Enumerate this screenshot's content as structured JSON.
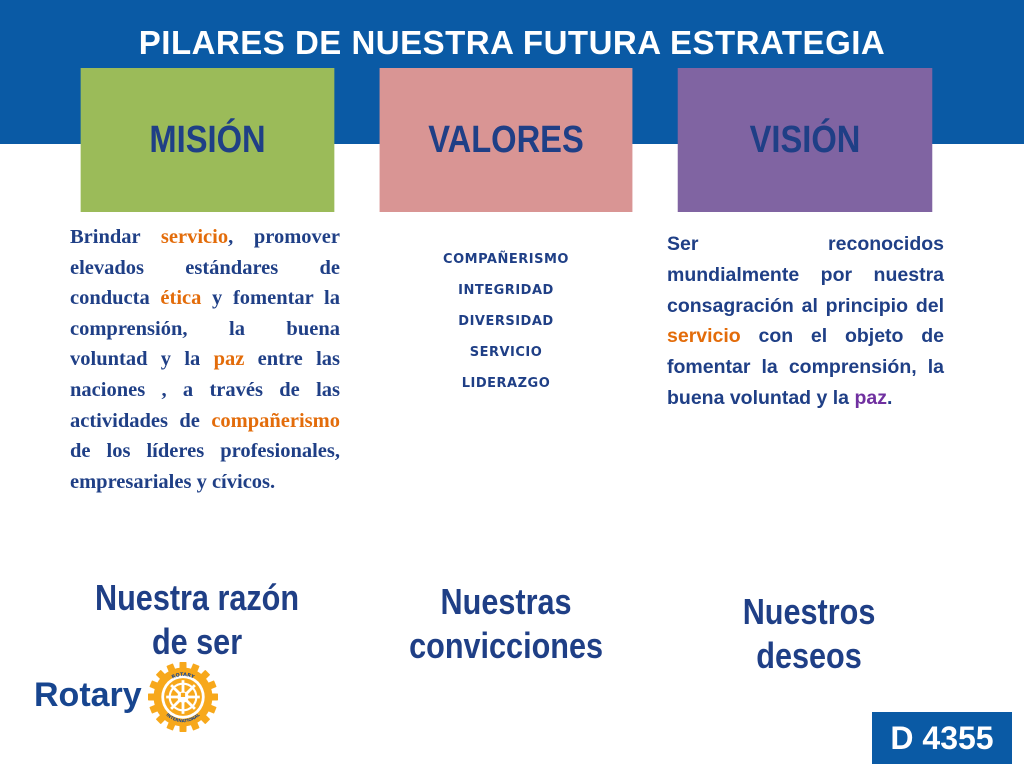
{
  "slide": {
    "title": "PILARES DE NUESTRA FUTURA ESTRATEGIA",
    "colors": {
      "band": "#0a5aa5",
      "mision": "#9bbb59",
      "valores": "#d99594",
      "vision": "#8064a2",
      "text": "#1f3f86",
      "highlight_orange": "#e36c0a",
      "highlight_purple": "#7030a0"
    }
  },
  "columns": {
    "mision": {
      "heading": "MISIÓN",
      "text": {
        "p1": "Brindar ",
        "h1": "servicio",
        "p2": ", promover elevados estándares de conducta ",
        "h2": "ética",
        "p3": "  y fomentar la comprensión,  la buena voluntad  y la ",
        "h3": "paz",
        "p4": " entre las naciones , a través de las actividades de ",
        "h4": "compañerismo",
        "p5": " de los líderes profesionales, empresariales y  cívicos."
      },
      "caption_line1": "Nuestra razón",
      "caption_line2": "de ser"
    },
    "valores": {
      "heading": "VALORES",
      "items": [
        "COMPAÑERISMO",
        "INTEGRIDAD",
        "DIVERSIDAD",
        "SERVICIO",
        "LIDERAZGO"
      ],
      "caption_line1": "Nuestras",
      "caption_line2": "convicciones"
    },
    "vision": {
      "heading": "VISIÓN",
      "text": {
        "p1": "Ser reconocidos mundialmente por nuestra consagración al principio del  ",
        "h1": "servicio",
        "p2": " con el objeto de fomentar la comprensión, la buena voluntad y la ",
        "h2": "paz",
        "p3": "."
      },
      "caption_line1": "Nuestros",
      "caption_line2": "deseos"
    }
  },
  "logo": {
    "word": "Rotary",
    "wheel_icon": "rotary-wheel-icon",
    "wheel_top_text": "ROTARY",
    "wheel_bottom_text": "INTERNATIONAL",
    "wheel_color": "#f7a81b"
  },
  "badge": {
    "label": "D 4355"
  }
}
